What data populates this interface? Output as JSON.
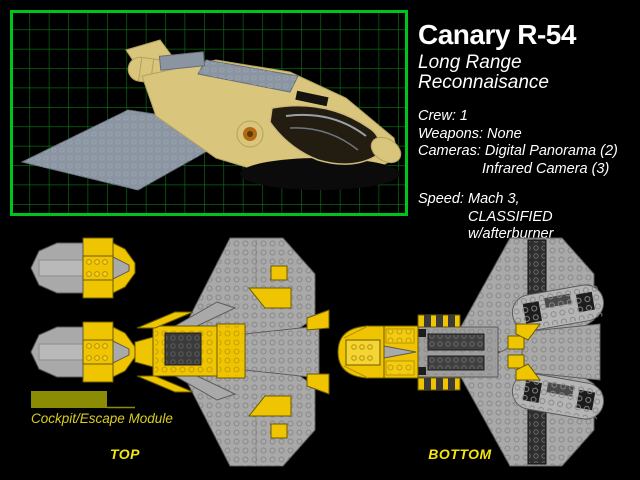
{
  "info": {
    "title": "Canary R-54",
    "subtitle": [
      "Long Range",
      "Reconnaisance"
    ],
    "specs": [
      "Crew: 1",
      "Weapons: None",
      "Cameras: Digital Panorama (2)",
      "Infrared Camera (3)"
    ],
    "speed": [
      "Speed: Mach 3,",
      "CLASSIFIED w/afterburner"
    ]
  },
  "diagrams": {
    "legend_label": "Cockpit/Escape Module",
    "top_label": "TOP",
    "bottom_label": "BOTTOM"
  },
  "colors": {
    "background": "#000000",
    "grid_line": "#0a7a12",
    "grid_border": "#00c41e",
    "lego_yellow": "#efc400",
    "lego_gray": "#a9a9a9",
    "dark_gray": "#3a3a3a",
    "model_tan": "#d9c57b",
    "label_yellow": "#f2e60e",
    "legend_olive": "#8c8c04",
    "text": "#ffffff"
  }
}
